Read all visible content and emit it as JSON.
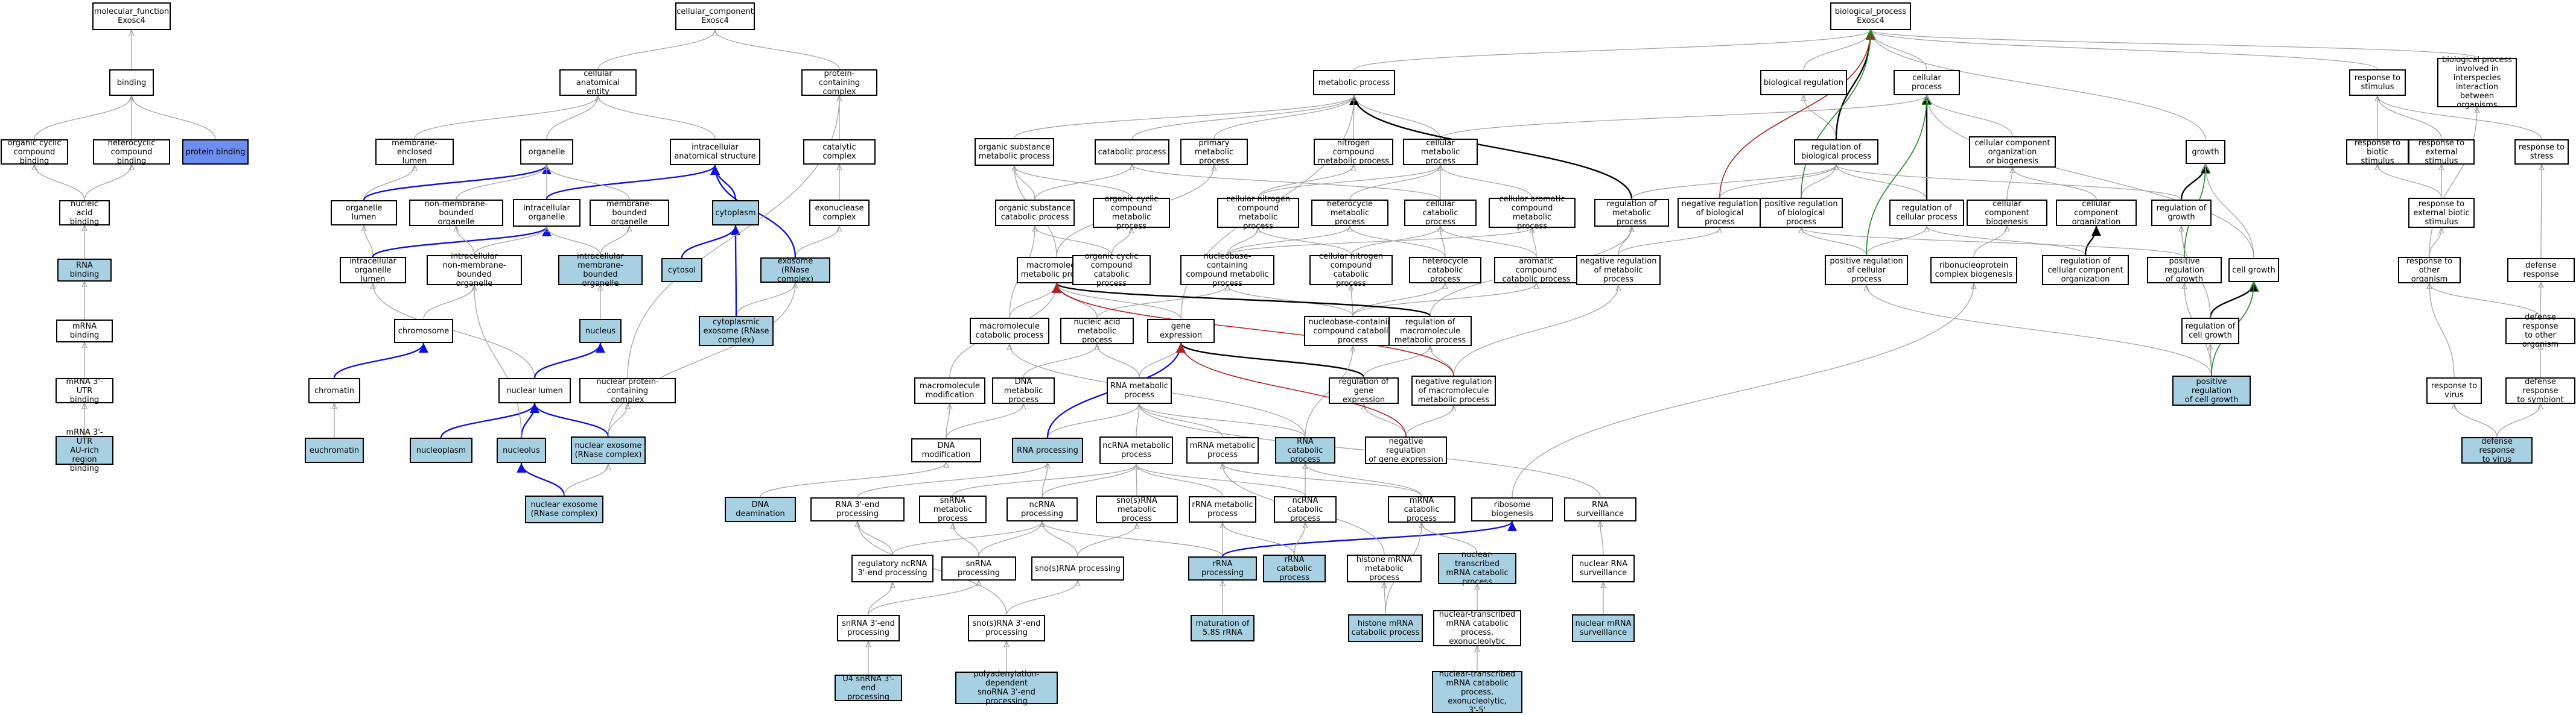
{
  "colors": {
    "node_fill": "#ffffff",
    "highlight_fill": "#a7d1e3",
    "root_fill": "#6d8ef0",
    "edge_gray": "#a3a3a3",
    "edge_black": "#000000",
    "edge_blue": "#1010dd",
    "edge_red": "#b22222",
    "edge_green": "#228b22"
  },
  "nodes": {
    "mf_root": "molecular_function\nExosc4",
    "binding": "binding",
    "organic_cyclic_binding": "organic cyclic\ncompound binding",
    "heterocyclic_binding": "heterocyclic\ncompound binding",
    "protein_binding": "protein binding",
    "nucleic_acid_binding": "nucleic acid\nbinding",
    "rna_binding": "RNA binding",
    "mrna_binding": "mRNA binding",
    "mrna_3utr_binding": "mRNA 3'-UTR\nbinding",
    "mrna_3utr_au_binding": "mRNA 3'-UTR\nAU-rich region\nbinding",
    "cc_root": "cellular_component\nExosc4",
    "cellular_anatomical_entity": "cellular anatomical\nentity",
    "protein_containing_complex": "protein-containing\ncomplex",
    "membrane_enclosed_lumen": "membrane-enclosed\nlumen",
    "organelle": "organelle",
    "intracellular_anatomical_structure": "intracellular\nanatomical structure",
    "catalytic_complex": "catalytic complex",
    "organelle_lumen": "organelle lumen",
    "non_membrane_bounded_organelle": "non-membrane-bounded\norganelle",
    "intracellular_organelle": "intracellular\norganelle",
    "membrane_bounded_organelle": "membrane-bounded\norganelle",
    "cytoplasm": "cytoplasm",
    "exonuclease_complex": "exonuclease\ncomplex",
    "intracellular_organelle_lumen": "intracellular\norganelle lumen",
    "intracellular_nmb_organelle": "intracellular\nnon-membrane-bounded\norganelle",
    "intracellular_mb_organelle": "intracellular\nmembrane-bounded\norganelle",
    "cytosol": "cytosol",
    "exosome_rnase_complex": "exosome (RNase\ncomplex)",
    "chromosome": "chromosome",
    "nucleus": "nucleus",
    "cytoplasmic_exosome": "cytoplasmic\nexosome (RNase\ncomplex)",
    "chromatin": "chromatin",
    "nuclear_lumen": "nuclear lumen",
    "nuclear_protein_containing_complex": "nuclear protein-containing\ncomplex",
    "euchromatin": "euchromatin",
    "nucleoplasm": "nucleoplasm",
    "nucleolus": "nucleolus",
    "nuclear_exosome_a": "nuclear exosome\n(RNase complex)",
    "nuclear_exosome_b": "nuclear exosome\n(RNase complex)",
    "bp_root": "biological_process\nExosc4",
    "metabolic_process": "metabolic process",
    "biological_regulation": "biological regulation",
    "cellular_process": "cellular process",
    "response_to_stimulus": "response to\nstimulus",
    "bp_interspecies": "biological process\ninvolved in\ninterspecies\ninteraction\nbetween organisms",
    "organic_substance_metabolic": "organic substance\nmetabolic process",
    "catabolic_process": "catabolic process",
    "primary_metabolic": "primary metabolic\nprocess",
    "nitrogen_compound_metabolic": "nitrogen compound\nmetabolic process",
    "cellular_metabolic": "cellular metabolic\nprocess",
    "regulation_of_biological_process": "regulation of\nbiological process",
    "cellular_component_org": "cellular component\norganization\nor biogenesis",
    "growth": "growth",
    "response_to_biotic": "response to\nbiotic stimulus",
    "response_to_external": "response to\nexternal stimulus",
    "response_to_stress": "response to\nstress",
    "organic_substance_catabolic": "organic substance\ncatabolic process",
    "organic_cyclic_compound_metabolic": "organic cyclic\ncompound metabolic\nprocess",
    "cellular_nitrogen_compound_metabolic": "cellular nitrogen\ncompound metabolic\nprocess",
    "heterocycle_metabolic": "heterocycle\nmetabolic process",
    "cellular_catabolic": "cellular catabolic\nprocess",
    "cellular_aromatic_compound_metabolic": "cellular aromatic\ncompound metabolic\nprocess",
    "regulation_of_metabolic_process": "regulation of\nmetabolic process",
    "negative_regulation_biological": "negative regulation\nof biological\nprocess",
    "positive_regulation_biological": "positive regulation\nof biological\nprocess",
    "regulation_of_cellular_process": "regulation of\ncellular process",
    "cellular_component_biogenesis": "cellular component\nbiogenesis",
    "cellular_component_organization": "cellular component\norganization",
    "regulation_of_growth": "regulation of\ngrowth",
    "response_to_external_biotic": "response to\nexternal biotic\nstimulus",
    "macromolecule_metabolic": "macromolecule\nmetabolic process",
    "organic_cyclic_compound_catabolic": "organic cyclic\ncompound catabolic\nprocess",
    "nucleobase_containing_compound_metabolic": "nucleobase-containing\ncompound metabolic\nprocess",
    "cellular_nitrogen_compound_catabolic": "cellular nitrogen\ncompound catabolic\nprocess",
    "heterocycle_catabolic": "heterocycle\ncatabolic process",
    "aromatic_compound_catabolic": "aromatic compound\ncatabolic process",
    "negative_regulation_metabolic": "negative regulation\nof metabolic\nprocess",
    "positive_regulation_cellular": "positive regulation\nof cellular\nprocess",
    "ribonucleoprotein_complex_biogenesis": "ribonucleoprotein\ncomplex biogenesis",
    "regulation_of_cellular_component_org": "regulation of\ncellular component\norganization",
    "positive_regulation_of_growth": "positive regulation\nof growth",
    "cell_growth": "cell growth",
    "response_to_other_organism": "response to\nother organism",
    "defense_response": "defense response",
    "macromolecule_catabolic": "macromolecule\ncatabolic process",
    "nucleic_acid_metabolic": "nucleic acid\nmetabolic process",
    "gene_expression": "gene expression",
    "nucleobase_containing_compound_catabolic": "nucleobase-containing\ncompound catabolic\nprocess",
    "regulation_of_macromolecule_metabolic": "regulation of\nmacromolecule\nmetabolic process",
    "regulation_of_cell_growth": "regulation of\ncell growth",
    "defense_response_to_other_organism": "defense response\nto other organism",
    "macromolecule_modification": "macromolecule\nmodification",
    "dna_metabolic": "DNA metabolic\nprocess",
    "rna_metabolic": "RNA metabolic\nprocess",
    "regulation_of_gene_expression": "regulation of\ngene expression",
    "negative_regulation_macromolecule_metabolic": "negative regulation\nof macromolecule\nmetabolic process",
    "positive_regulation_of_cell_growth": "positive regulation\nof cell growth",
    "response_to_virus": "response to\nvirus",
    "defense_response_to_symbiont": "defense response\nto symbiont",
    "dna_modification": "DNA modification",
    "rna_processing": "RNA processing",
    "ncrna_metabolic": "ncRNA metabolic\nprocess",
    "mrna_metabolic": "mRNA metabolic\nprocess",
    "rna_catabolic": "RNA catabolic\nprocess",
    "negative_regulation_of_gene_expression": "negative regulation\nof gene expression",
    "defense_response_to_virus": "defense response\nto virus",
    "dna_deamination": "DNA deamination",
    "rna_3end_processing": "RNA 3'-end processing",
    "snrna_metabolic": "snRNA metabolic\nprocess",
    "ncrna_processing": "ncRNA processing",
    "snosrna_metabolic": "sno(s)RNA metabolic\nprocess",
    "rrna_metabolic": "rRNA metabolic\nprocess",
    "ncrna_catabolic": "ncRNA catabolic\nprocess",
    "mrna_catabolic": "mRNA catabolic\nprocess",
    "ribosome_biogenesis": "ribosome biogenesis",
    "rna_surveillance": "RNA surveillance",
    "regulatory_ncrna_3end": "regulatory ncRNA\n3'-end processing",
    "snrna_processing": "snRNA processing",
    "snosrna_processing": "sno(s)RNA processing",
    "rrna_processing": "rRNA processing",
    "rrna_catabolic": "rRNA catabolic\nprocess",
    "histone_mrna_metabolic": "histone mRNA\nmetabolic process",
    "nuclear_transcribed_mrna_catabolic": "nuclear-transcribed\nmRNA catabolic\nprocess",
    "nuclear_rna_surveillance": "nuclear RNA\nsurveillance",
    "snrna_3end_processing": "snRNA 3'-end\nprocessing",
    "snosrna_3end_processing": "sno(s)RNA 3'-end\nprocessing",
    "maturation_58s_rrna": "maturation of\n5.8S rRNA",
    "histone_mrna_catabolic": "histone mRNA\ncatabolic process",
    "ntmrna_catabolic_exo": "nuclear-transcribed\nmRNA catabolic\nprocess, exonucleolytic",
    "nuclear_mrna_surveillance": "nuclear mRNA\nsurveillance",
    "u4_snrna_3end": "U4 snRNA 3'-end\nprocessing",
    "polyadenylation_snorna": "polyadenylation-dependent\nsnoRNA 3'-end\nprocessing",
    "ntmrna_catabolic_exo_35": "nuclear-transcribed\nmRNA catabolic\nprocess, exonucleolytic,\n3'-5'"
  }
}
